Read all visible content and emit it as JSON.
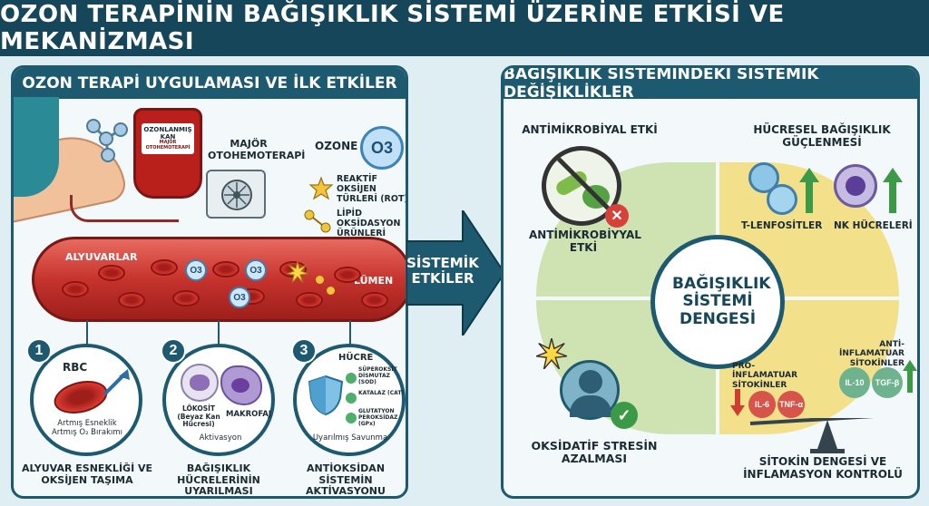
{
  "title": "OZON TERAPİNİN BAĞIŞIKLIK SİSTEMİ ÜZERİNE ETKİSİ VE MEKANİZMASI",
  "left": {
    "heading": "OZON TERAPİ UYGULAMASI VE İLK ETKİLER",
    "bag_label": "OZONLANMIŞ KAN",
    "bag_sub": "MAJÖR OTOHEMOTERAPİ",
    "major_label": "MAJÖR OTOHEMOTERAPİ",
    "ozone_label": "OZONE",
    "o3": "O3",
    "rot_label": "REAKTİF OKSİJEN TÜRLERİ (ROT)",
    "lop_label": "LİPİD OKSİDASYON ÜRÜNLERİ (LOP)",
    "alyuvarlar": "ALYUVARLAR",
    "lumen": "LÜMEN",
    "steps": [
      {
        "num": "1",
        "title": "RBC",
        "caption": "Artmış Esneklik Artmış O₂ Bırakımı",
        "label": "ALYUVAR ESNEKLİĞİ VE OKSİJEN TAŞIMA"
      },
      {
        "num": "2",
        "cell1": "LÖKOSİT (Beyaz Kan Hücresi)",
        "cell2": "MAKROFAJ",
        "caption": "Aktivasyon",
        "label": "BAĞIŞIKLIK HÜCRELERİNİN UYARILMASI"
      },
      {
        "num": "3",
        "title": "HÜCRE",
        "enz1": "SÜPEROKSİT DİSMUTAZ (SOD)",
        "enz2": "KATALAZ (CAT)",
        "enz3": "GLUTATYON PEROKSİDAZ (GPx)",
        "caption": "Uyarılmış Savunma",
        "label": "ANTİOKSİDAN SİSTEMİN AKTİVASYONU"
      }
    ]
  },
  "arrow_text": "SİSTEMİK ETKİLER",
  "right": {
    "heading": "BAĞIŞIKLIK SİSTEMİNDEKİ SİSTEMİK DEĞİŞİKLİKLER",
    "center": "BAĞIŞIKLIK SİSTEMİ DENGESİ",
    "antimicrobial_title": "ANTİMİKROBİYAL ETKİ",
    "antimicrobial_sub": "ANTİMİKROBİYYAL ETKİ",
    "cellular_title": "HÜCRESEL BAĞIŞIKLIK GÜÇLENMESİ",
    "tcell": "T-LENFOSİTLER",
    "nkcell": "NK HÜCRELERİ",
    "oxidative": "OKSİDATİF STRESİN AZALMASI",
    "pro_label": "PRO-İNFLAMATUAR SİTOKİNLER",
    "anti_label": "ANTİ-İNFLAMATUAR SİTOKİNLER",
    "il6": "IL-6",
    "tnf": "TNF-α",
    "il10": "IL-10",
    "tgf": "TGF-β",
    "cytokine_title": "SİTOKİN DENGESİ VE İNFLAMASYON KONTROLÜ"
  },
  "colors": {
    "navy": "#16465a",
    "teal": "#1d5a70",
    "green": "#cfe3b2",
    "yellow": "#f3e08a",
    "blood": "#c6332d"
  }
}
